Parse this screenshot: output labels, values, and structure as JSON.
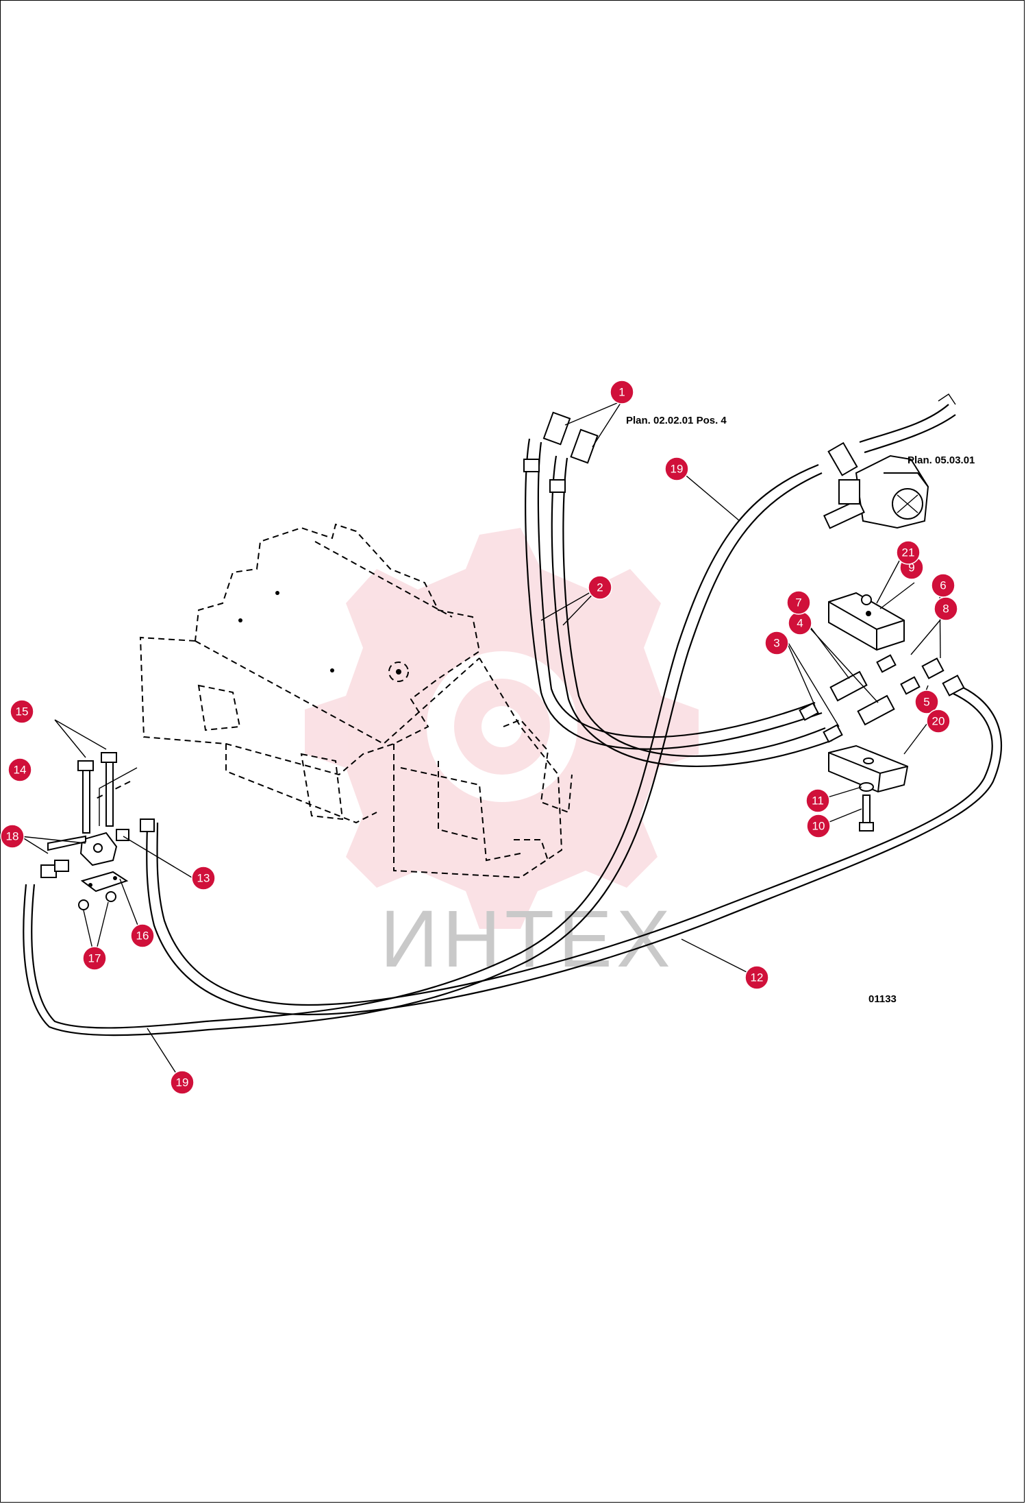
{
  "drawing": {
    "references": {
      "plan_020201": "Plan. 02.02.01 Pos. 4",
      "plan_050301": "Plan. 05.03.01"
    },
    "drawing_number": "01133",
    "watermark": "ИНТЕХ",
    "colors": {
      "callout": "#d0103a",
      "watermark_gear": "#f6c9cf",
      "watermark_text": "#c9c9c9",
      "line": "#000000"
    }
  },
  "callouts": [
    {
      "id": "c1",
      "label": "1"
    },
    {
      "id": "c2",
      "label": "2"
    },
    {
      "id": "c3",
      "label": "3"
    },
    {
      "id": "c4",
      "label": "4"
    },
    {
      "id": "c5",
      "label": "5"
    },
    {
      "id": "c6",
      "label": "6"
    },
    {
      "id": "c7",
      "label": "7"
    },
    {
      "id": "c8",
      "label": "8"
    },
    {
      "id": "c9",
      "label": "9"
    },
    {
      "id": "c10",
      "label": "10"
    },
    {
      "id": "c11",
      "label": "11"
    },
    {
      "id": "c12",
      "label": "12"
    },
    {
      "id": "c13",
      "label": "13"
    },
    {
      "id": "c14",
      "label": "14"
    },
    {
      "id": "c15",
      "label": "15"
    },
    {
      "id": "c16",
      "label": "16"
    },
    {
      "id": "c17",
      "label": "17"
    },
    {
      "id": "c18",
      "label": "18"
    },
    {
      "id": "c19a",
      "label": "19"
    },
    {
      "id": "c19b",
      "label": "19"
    },
    {
      "id": "c20",
      "label": "20"
    },
    {
      "id": "c21",
      "label": "21"
    }
  ]
}
